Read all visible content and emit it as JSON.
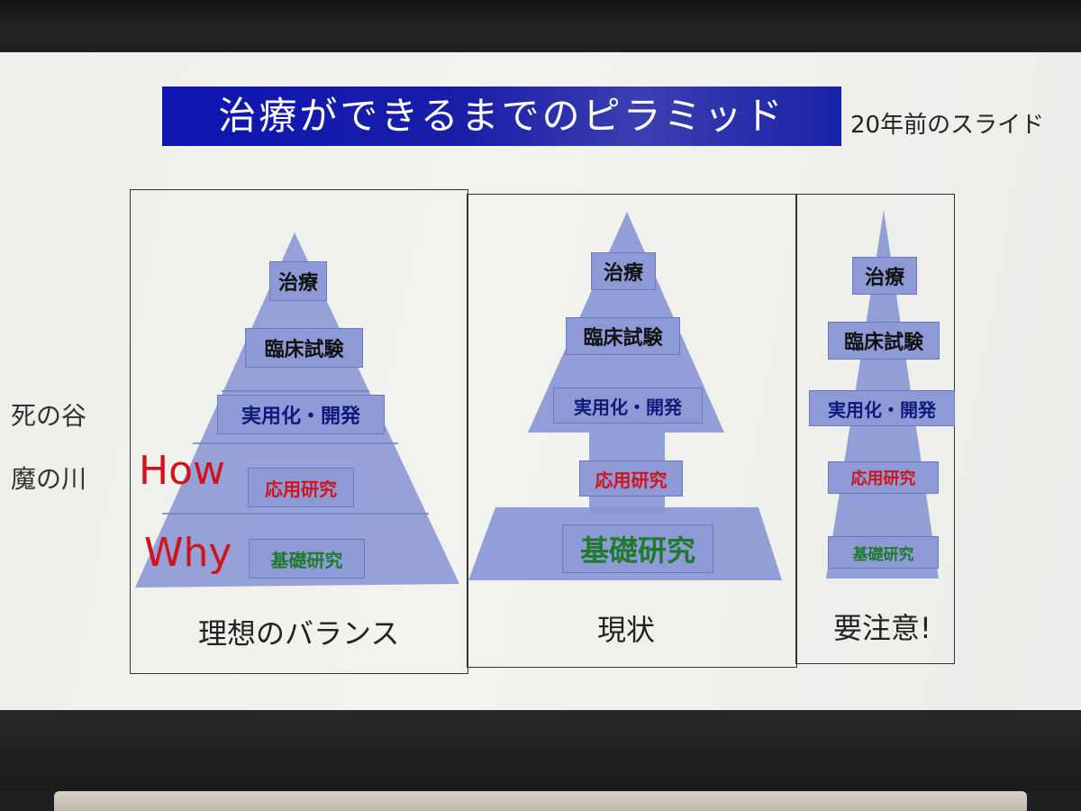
{
  "title": "治療ができるまでのピラミッド",
  "subtitle": "20年前のスライド",
  "side_labels": {
    "valley": "死の谷",
    "river": "魔の川"
  },
  "panels": {
    "ideal": {
      "caption": "理想のバランス",
      "how": "How",
      "why": "Why",
      "levels": [
        "治療",
        "臨床試験",
        "実用化・開発",
        "応用研究",
        "基礎研究"
      ]
    },
    "current": {
      "caption": "現状",
      "levels": [
        "治療",
        "臨床試験",
        "実用化・開発",
        "応用研究",
        "基礎研究"
      ]
    },
    "caution": {
      "caption": "要注意!",
      "levels": [
        "治療",
        "臨床試験",
        "実用化・開発",
        "応用研究",
        "基礎研究"
      ]
    }
  },
  "colors": {
    "title_bg": "#0d14b0",
    "pyramid_fill": "#8795d4",
    "label_fill": "#8e9ad6",
    "treatment_text": "#111111",
    "development_text": "#0d1a7a",
    "applied_text": "#d0141e",
    "basic_text": "#1f7a2c"
  }
}
